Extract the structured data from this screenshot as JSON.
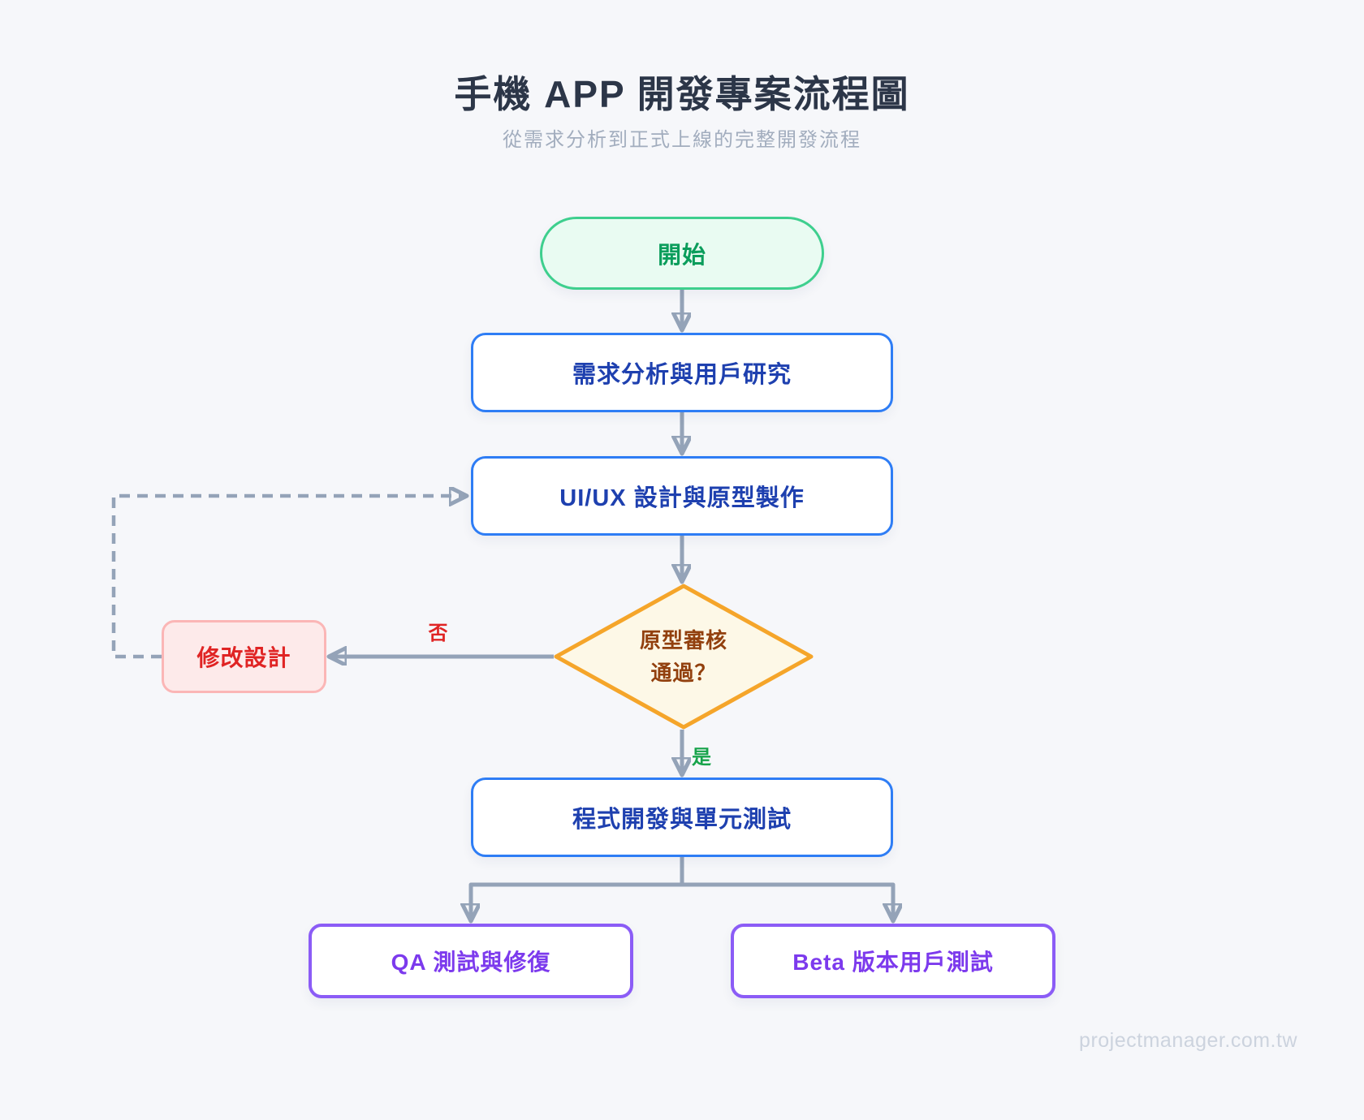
{
  "header": {
    "title": "手機 APP 開發專案流程圖",
    "subtitle": "從需求分析到正式上線的完整開發流程"
  },
  "nodes": {
    "start": {
      "label": "開始",
      "type": "start"
    },
    "requirements": {
      "label": "需求分析與用戶研究",
      "type": "process"
    },
    "design": {
      "label": "UI/UX 設計與原型製作",
      "type": "process"
    },
    "review": {
      "lines": [
        "原型審核",
        "通過？"
      ],
      "type": "decision"
    },
    "revise": {
      "label": "修改設計",
      "type": "revise"
    },
    "development": {
      "label": "程式開發與單元測試",
      "type": "process"
    },
    "qa": {
      "label": "QA 測試與修復",
      "type": "test"
    },
    "beta": {
      "label": "Beta 版本用戶測試",
      "type": "test"
    }
  },
  "edges": {
    "no_label": "否",
    "yes_label": "是"
  },
  "footer": {
    "watermark": "projectmanager.com.tw"
  },
  "colors": {
    "background": "#f6f7fa",
    "title": "#2c3648",
    "subtitle": "#a2adbe",
    "arrow": "#94a3b8",
    "start_border": "#3ecf8e",
    "start_fill": "#e9fbf2",
    "start_text": "#0b9d5c",
    "process_border": "#2e7df5",
    "process_fill": "#ffffff",
    "process_text": "#1e40af",
    "decision_border": "#f5a52a",
    "decision_fill": "#fdf8e7",
    "decision_text": "#92400e",
    "revise_border": "#fbb6b6",
    "revise_fill": "#fdeaea",
    "revise_text": "#e02424",
    "test_border": "#8b5cf6",
    "test_fill": "#ffffff",
    "test_text": "#7c3aed",
    "no_label": "#e02424",
    "yes_label": "#16a34a",
    "watermark": "#ccd3de"
  }
}
